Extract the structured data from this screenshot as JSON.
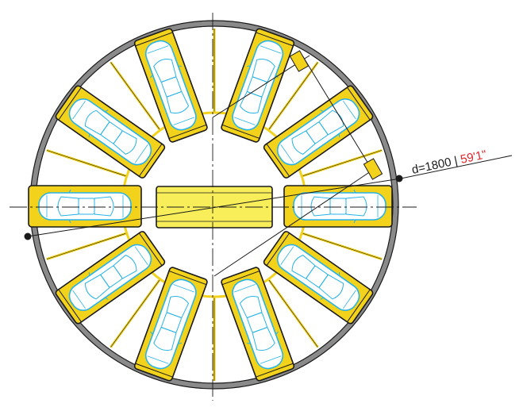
{
  "dimension": {
    "primary": "d=1800 | ",
    "secondary": "59'1\""
  },
  "colors": {
    "background": "#ffffff",
    "ring": "#7f7f7f",
    "structure": "#f2d21b",
    "platform": "#f7ee5a",
    "outline": "#1a1a1a",
    "car": "#27b3e8",
    "accent_text": "#e0272d"
  },
  "bays": {
    "left_count": 5,
    "right_count": 5
  },
  "elements": {
    "center_lift": "center-lift-platform",
    "car_icon": "car-icon"
  }
}
